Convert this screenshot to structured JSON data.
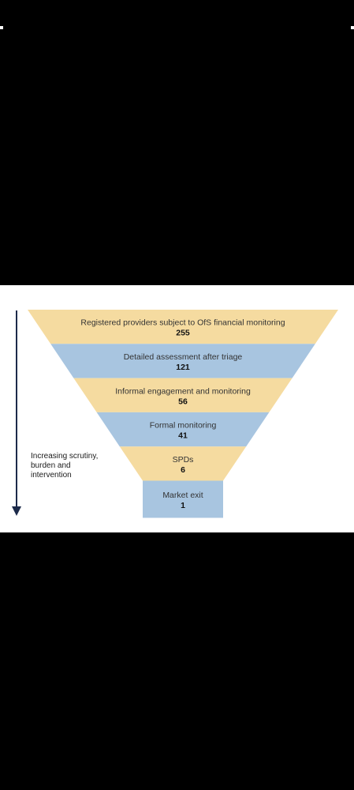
{
  "diagram": {
    "type": "funnel",
    "stages": [
      {
        "label": "Registered providers subject to OfS financial monitoring",
        "value": "255",
        "color": "#f5dba0"
      },
      {
        "label": "Detailed assessment after triage",
        "value": "121",
        "color": "#a8c5e0"
      },
      {
        "label": "Informal engagement and monitoring",
        "value": "56",
        "color": "#f5dba0"
      },
      {
        "label": "Formal monitoring",
        "value": "41",
        "color": "#a8c5e0"
      },
      {
        "label": "SPDs",
        "value": "6",
        "color": "#f5dba0"
      },
      {
        "label": "Market exit",
        "value": "1",
        "color": "#a8c5e0"
      }
    ],
    "arrow_label": "Increasing scrutiny, burden and intervention",
    "arrow_color": "#1c2a4a"
  }
}
